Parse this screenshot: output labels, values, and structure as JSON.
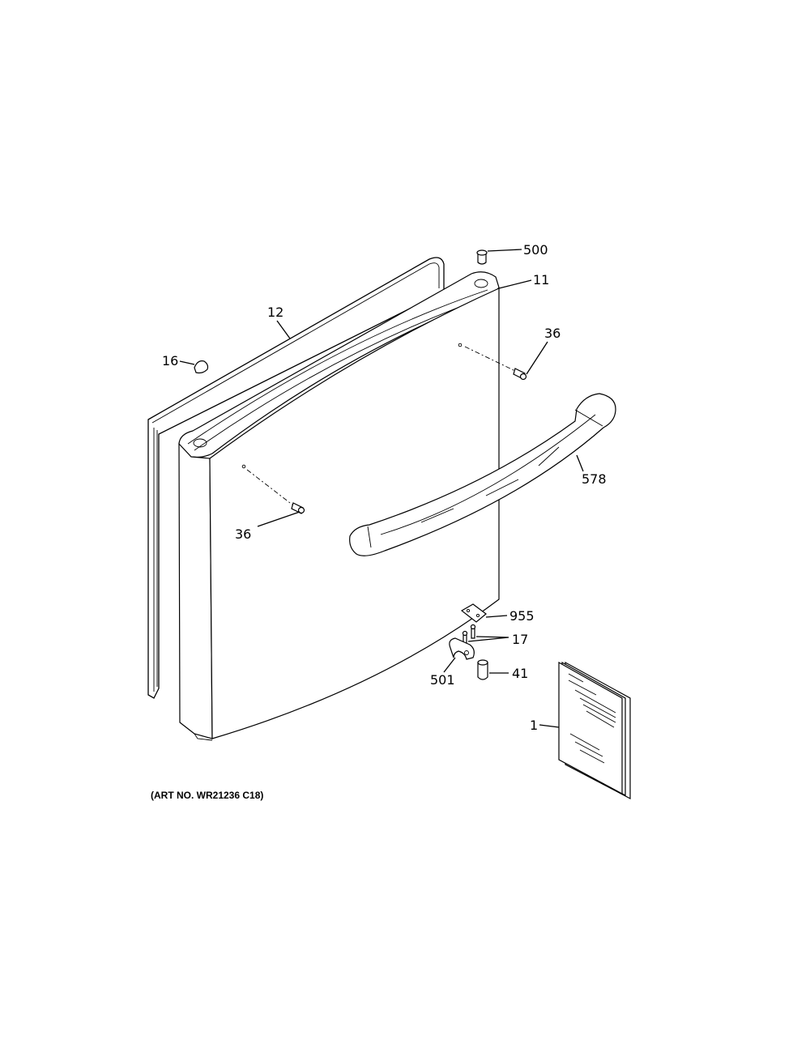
{
  "callouts": {
    "c500": "500",
    "c11": "11",
    "c12": "12",
    "c16": "16",
    "c36_top": "36",
    "c36_left": "36",
    "c578": "578",
    "c955": "955",
    "c17": "17",
    "c501": "501",
    "c41": "41",
    "c1": "1"
  },
  "art_number": "(ART NO. WR21236 C18)"
}
